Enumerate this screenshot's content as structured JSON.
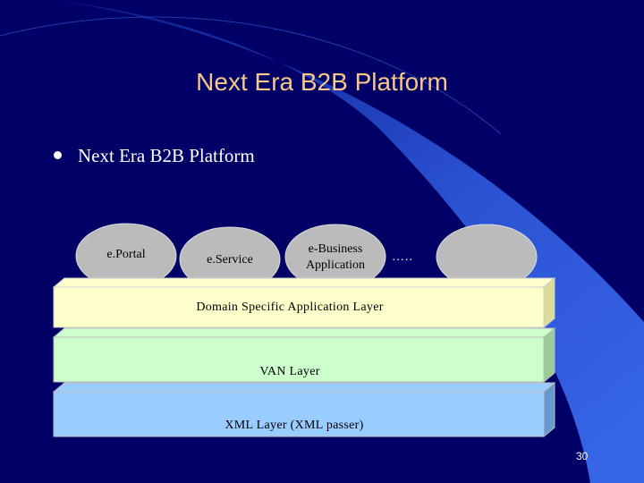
{
  "slide": {
    "title": "Next Era B2B Platform",
    "bullet": "Next Era B2B Platform",
    "page_number": "30",
    "ellipsis": "…..",
    "colors": {
      "background": "#000066",
      "title": "#f6c88a",
      "oval": "#bbbbbb",
      "domain_layer": "#ffffcc",
      "van_layer": "#ccffcc",
      "xml_layer": "#99ccff"
    }
  },
  "ovals": [
    {
      "label": "e.Portal"
    },
    {
      "label": "e.Service"
    },
    {
      "label_line1": "e-Business",
      "label_line2": "Application"
    },
    {
      "label": ""
    }
  ],
  "layers": {
    "domain": "Domain Specific Application Layer",
    "van": "VAN Layer",
    "xml": "XML Layer (XML passer)"
  }
}
